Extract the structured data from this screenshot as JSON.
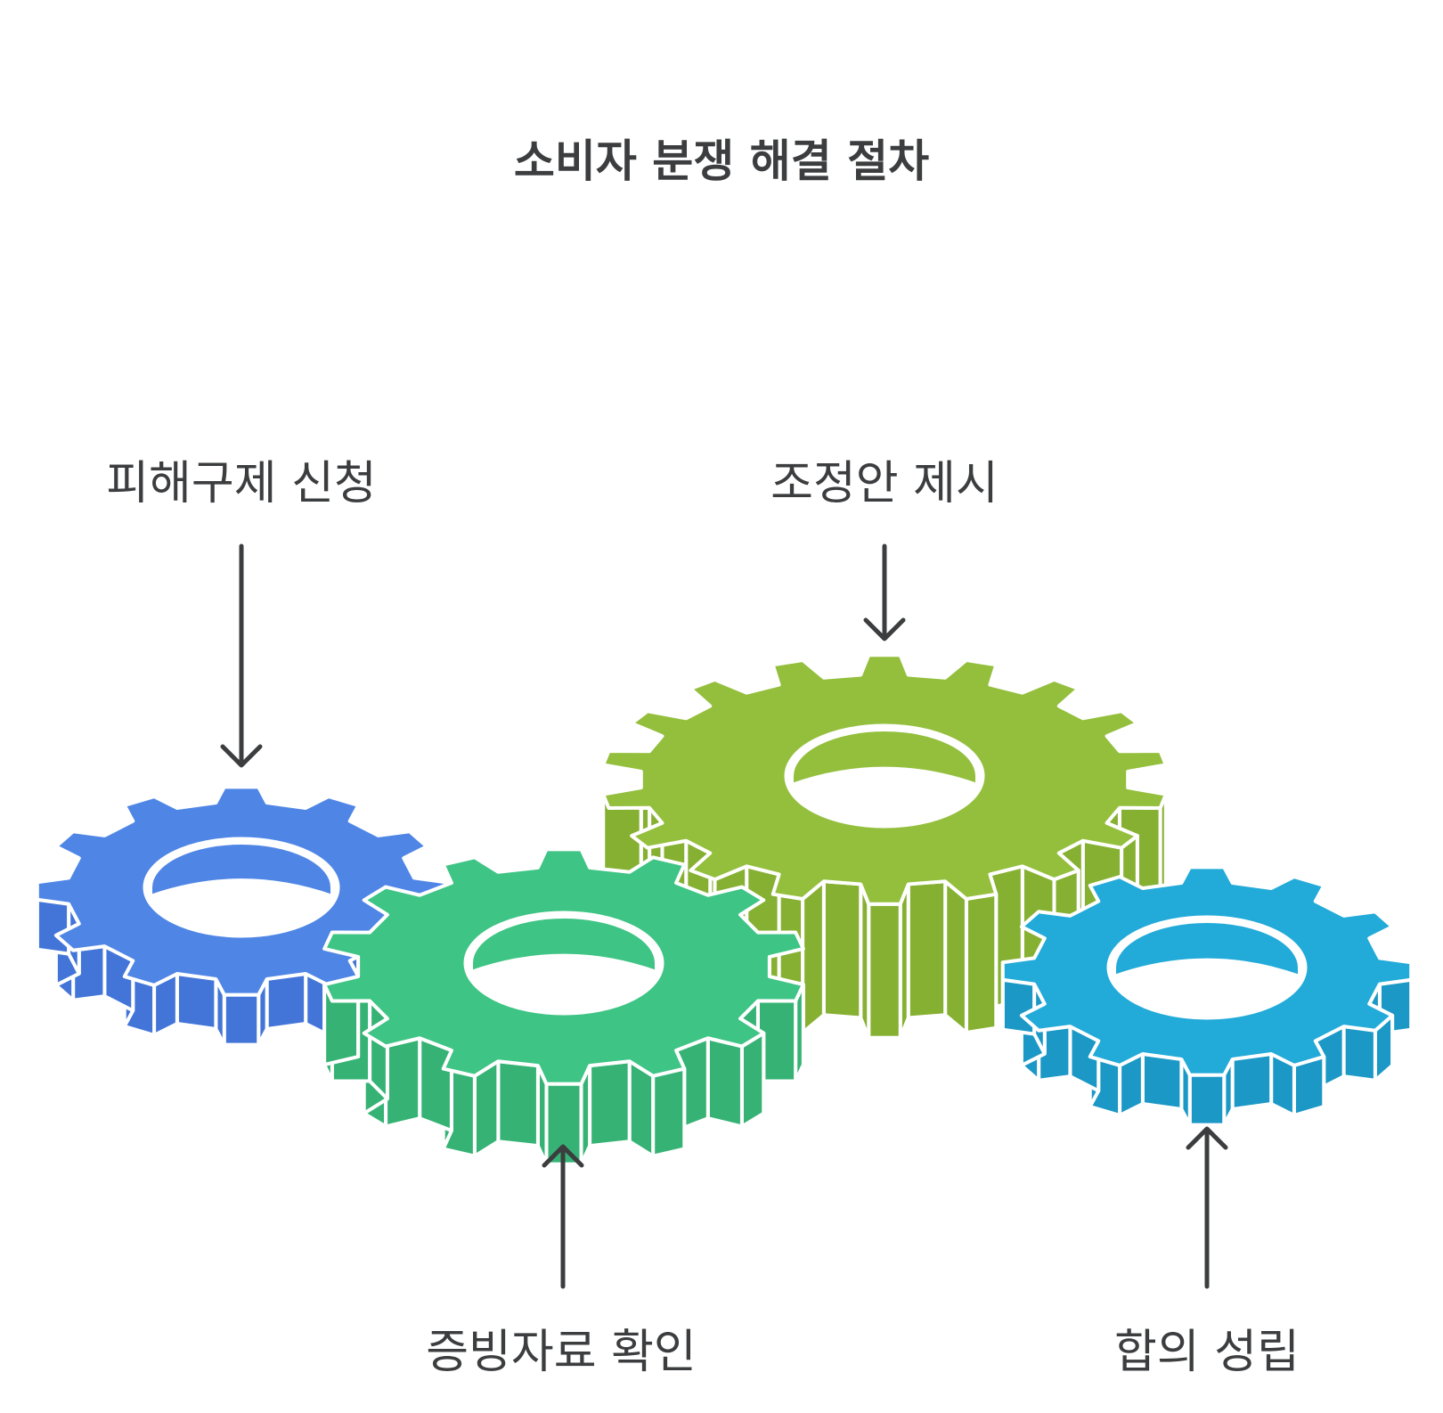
{
  "title": "소비자 분쟁 해결 절차",
  "steps": [
    {
      "label": "피해구제 신청",
      "color": "#4f86e6",
      "color_side": "#4375d8"
    },
    {
      "label": "증빙자료 확인",
      "color": "#3ec484",
      "color_side": "#36b374"
    },
    {
      "label": "조정안 제시",
      "color": "#94bf3d",
      "color_side": "#86b032"
    },
    {
      "label": "합의 성립",
      "color": "#22aad9",
      "color_side": "#1b98c6"
    }
  ],
  "text_color": "#3b3d3f"
}
